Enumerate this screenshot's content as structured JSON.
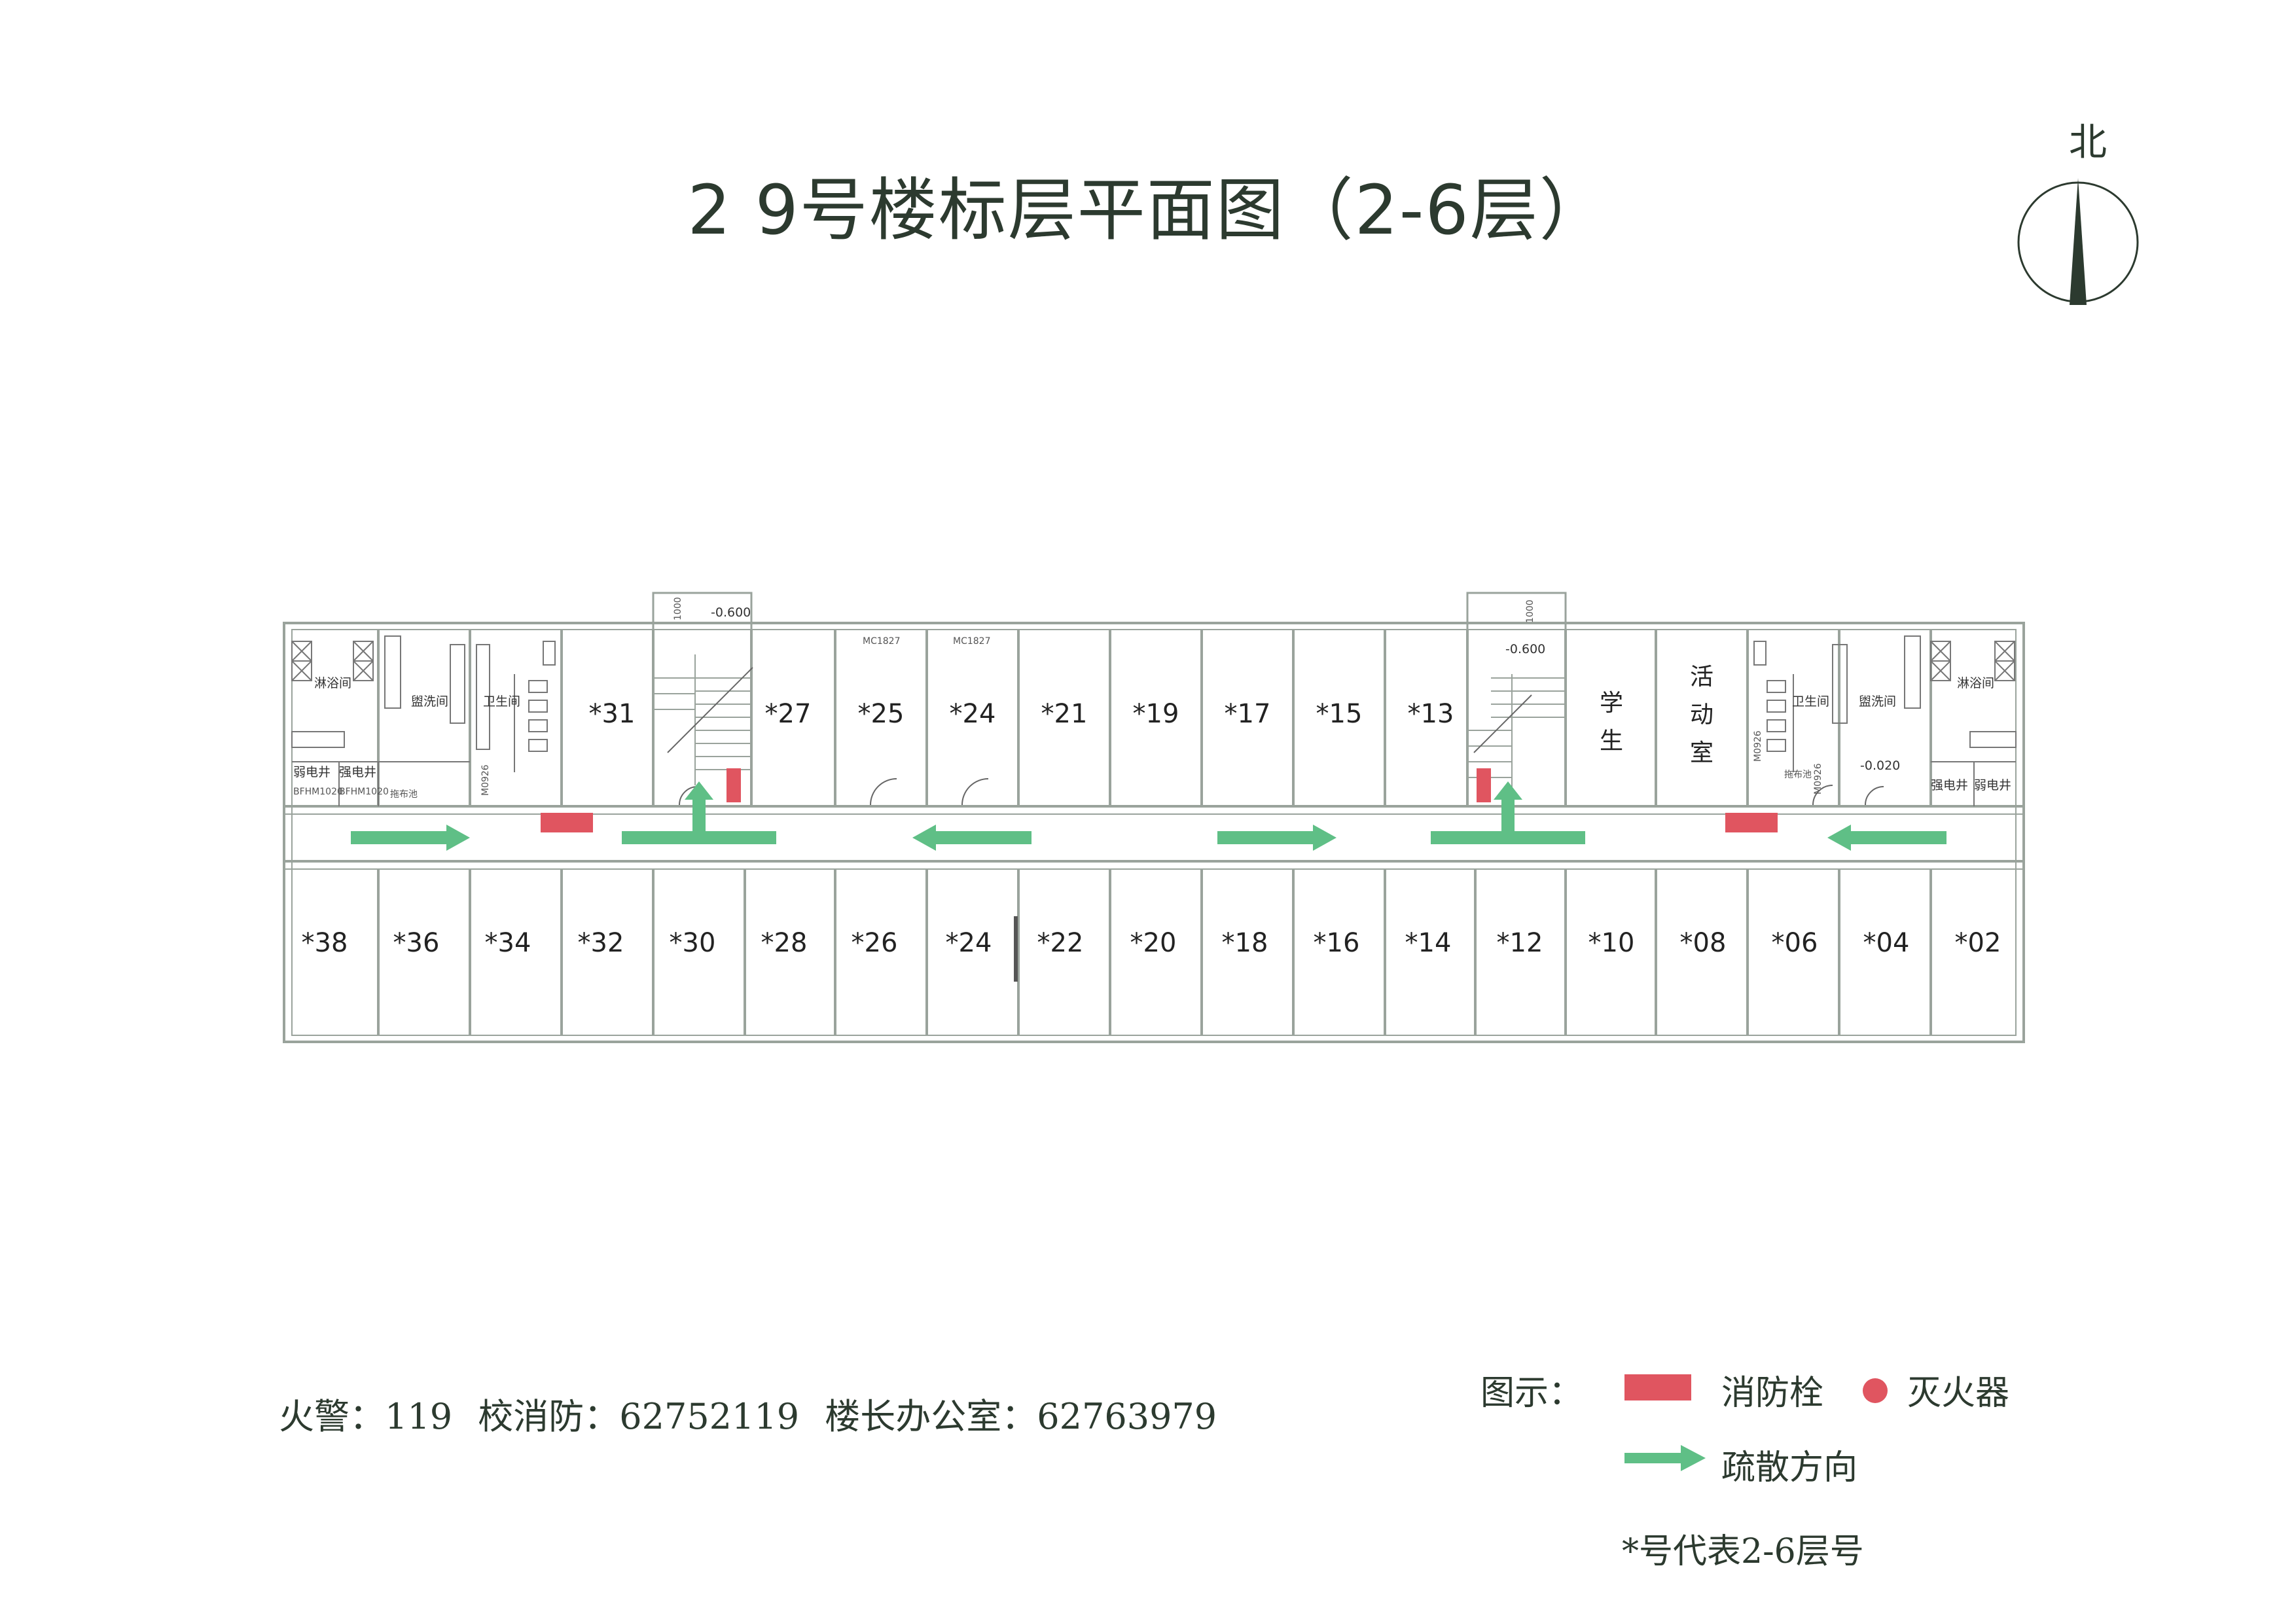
{
  "title": "2 9号楼标层平面图（2-6层）",
  "north_label": "北",
  "rooms_top": [
    {
      "id": "31",
      "label": "*31"
    },
    {
      "id": "27",
      "label": "*27"
    },
    {
      "id": "25",
      "label": "*25"
    },
    {
      "id": "24t",
      "label": "*24"
    },
    {
      "id": "21",
      "label": "*21"
    },
    {
      "id": "19",
      "label": "*19"
    },
    {
      "id": "17",
      "label": "*17"
    },
    {
      "id": "15",
      "label": "*15"
    },
    {
      "id": "13",
      "label": "*13"
    }
  ],
  "rooms_bottom": [
    {
      "id": "38",
      "label": "*38"
    },
    {
      "id": "36",
      "label": "*36"
    },
    {
      "id": "34",
      "label": "*34"
    },
    {
      "id": "32",
      "label": "*32"
    },
    {
      "id": "30",
      "label": "*30"
    },
    {
      "id": "28",
      "label": "*28"
    },
    {
      "id": "26",
      "label": "*26"
    },
    {
      "id": "24b",
      "label": "*24"
    },
    {
      "id": "22",
      "label": "*22"
    },
    {
      "id": "20",
      "label": "*20"
    },
    {
      "id": "18",
      "label": "*18"
    },
    {
      "id": "16",
      "label": "*16"
    },
    {
      "id": "14",
      "label": "*14"
    },
    {
      "id": "12",
      "label": "*12"
    },
    {
      "id": "10",
      "label": "*10"
    },
    {
      "id": "08",
      "label": "*08"
    },
    {
      "id": "06",
      "label": "*06"
    },
    {
      "id": "04",
      "label": "*04"
    },
    {
      "id": "02",
      "label": "*02"
    }
  ],
  "special_rooms": {
    "student_1": "学",
    "student_2": "生",
    "activity_1": "活",
    "activity_2": "动",
    "activity_3": "室"
  },
  "small_labels": {
    "shower_left": "淋浴间",
    "washroom_left": "盥洗间",
    "toilet_left": "卫生间",
    "shaft_left_1": "弱电井",
    "shaft_left_2": "强电井",
    "door_left_1": "BFHM1020",
    "door_left_2": "BFHM1020",
    "cleaning_left": "拖布池",
    "door_m_left": "M0926",
    "elev_left": "1000",
    "level_left": "-0.600",
    "door_mc_1": "MC1827",
    "door_mc_2": "MC1827",
    "shower_right": "淋浴间",
    "washroom_right": "盥洗间",
    "toilet_right": "卫生间",
    "shaft_right_1": "强电井",
    "shaft_right_2": "弱电井",
    "cleaning_right": "拖布池",
    "door_m_right": "M0926",
    "door_m_right_2": "M0926",
    "level_right_2": "-0.020",
    "elev_right": "1000",
    "level_right": "-0.600"
  },
  "contacts": {
    "fire": "火警：119",
    "campus": "校消防：62752119",
    "office": "楼长办公室：62763979"
  },
  "legend": {
    "title": "图示：",
    "hydrant": "消防栓",
    "extinguisher": "灭火器",
    "evacuation": "疏散方向",
    "footnote": "*号代表2-6层号"
  },
  "colors": {
    "hydrant": "#e05560",
    "arrow": "#5fbf86",
    "wall": "#9aa39c",
    "text": "#2c3a2f"
  }
}
